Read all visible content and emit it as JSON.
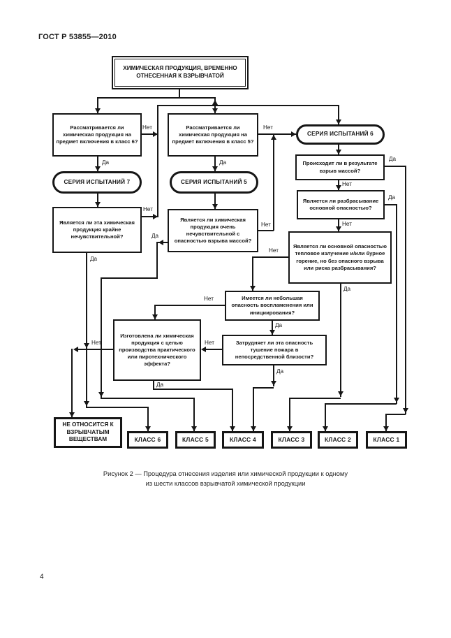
{
  "page": {
    "standard": "ГОСТ Р 53855—2010",
    "page_number": "4",
    "caption": [
      "Рисунок 2 — Процедура отнесения изделия или химической продукции к одному",
      "из  шести классов взрывчатой химической продукции"
    ]
  },
  "labels": {
    "yes": "Да",
    "no": "Нет"
  },
  "nodes": {
    "start": "ХИМИЧЕСКАЯ ПРОДУКЦИЯ, ВРЕМЕННО ОТНЕСЕННАЯ К ВЗРЫВЧАТОЙ",
    "q_class6": "Рассматривается ли химическая продукция на предмет включения в класс 6?",
    "q_class5": "Рассматривается ли химическая продукция на предмет включения в класс 5?",
    "test7": "СЕРИЯ ИСПЫТАНИЙ 7",
    "test5": "СЕРИЯ ИСПЫТАНИЙ 5",
    "test6": "СЕРИЯ ИСПЫТАНИЙ 6",
    "q_extremely": "Является ли эта химическая продукция крайне нечувствительной?",
    "q_very": "Является ли химическая продукция очень нечувствительной с опасностью взрыва массой?",
    "q_mass": "Происходит ли в результате взрыв массой?",
    "q_projection": "Является ли разбрасывание основной опасностью?",
    "q_heat": "Является ли основной опасностью тепловое излучение и/или бурное горение, но без опасного взрыва или риска разбрасывания?",
    "q_small": "Имеется ли небольшая опасность воспламенения или инициирования?",
    "q_fire": "Затрудняет ли эта опасность тушение пожара в непосредственной близости?",
    "q_effect": "Изготовлена ли химическая продукция с целью производства практического или пиротехнического эффекта?",
    "not_explosive": "НЕ ОТНОСИТСЯ К ВЗРЫВЧАТЫМ ВЕЩЕСТВАМ",
    "class6": "КЛАСС 6",
    "class5": "КЛАСС 5",
    "class4": "КЛАСС 4",
    "class3": "КЛАСС 3",
    "class2": "КЛАСС 2",
    "class1": "КЛАСС 1"
  }
}
